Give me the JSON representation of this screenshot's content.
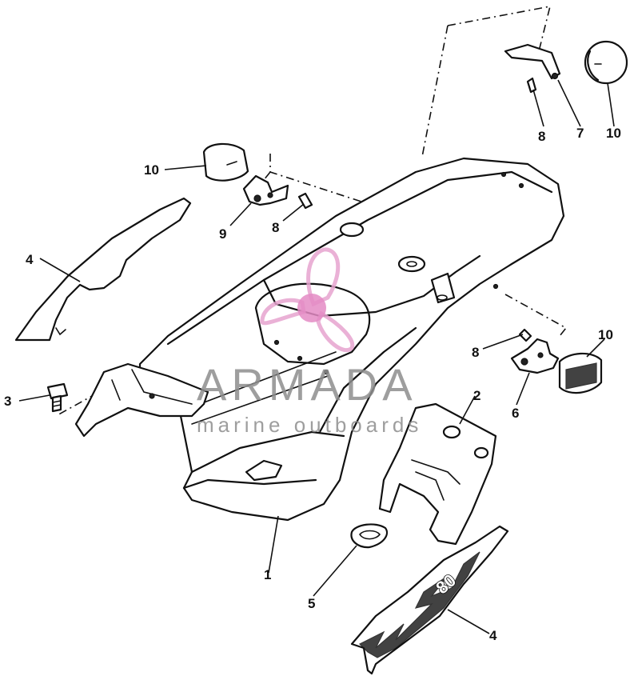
{
  "watermark": {
    "title": "ARMADA",
    "subtitle": "marine outboards"
  },
  "callouts": {
    "part_1": "1",
    "part_2": "2",
    "part_3": "3",
    "part_4_left": "4",
    "part_4_bottom": "4",
    "part_5": "5",
    "part_6": "6",
    "part_7": "7",
    "part_8_top": "8",
    "part_8_mid": "8",
    "part_8_right": "8",
    "part_9": "9",
    "part_10_top": "10",
    "part_10_left": "10",
    "part_10_right": "10"
  },
  "decal": {
    "model_text": "80"
  },
  "colors": {
    "line": "#111111",
    "watermark_text": "#8e8e8e",
    "watermark_logo": "#e6a3cf"
  }
}
